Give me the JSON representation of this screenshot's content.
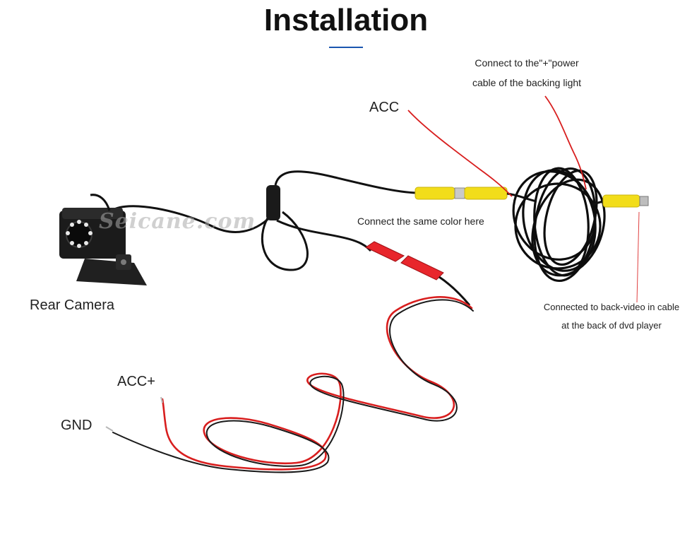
{
  "title": "Installation",
  "watermark": "Seicane.com",
  "labels": {
    "acc": "ACC",
    "power_line1": "Connect to the\"+\"power",
    "power_line2": "cable of the backing light",
    "same_color": "Connect the same color here",
    "rear_camera": "Rear Camera",
    "back_video_line1": "Connected to back-video in cable",
    "back_video_line2": "at the back of dvd player",
    "acc_plus": "ACC+",
    "gnd": "GND"
  },
  "colors": {
    "cable_black": "#111111",
    "wire_red": "#d81e1e",
    "rca_yellow": "#f2dd1a",
    "connector_red": "#e8262c",
    "accent_rule": "#1a56b0"
  }
}
